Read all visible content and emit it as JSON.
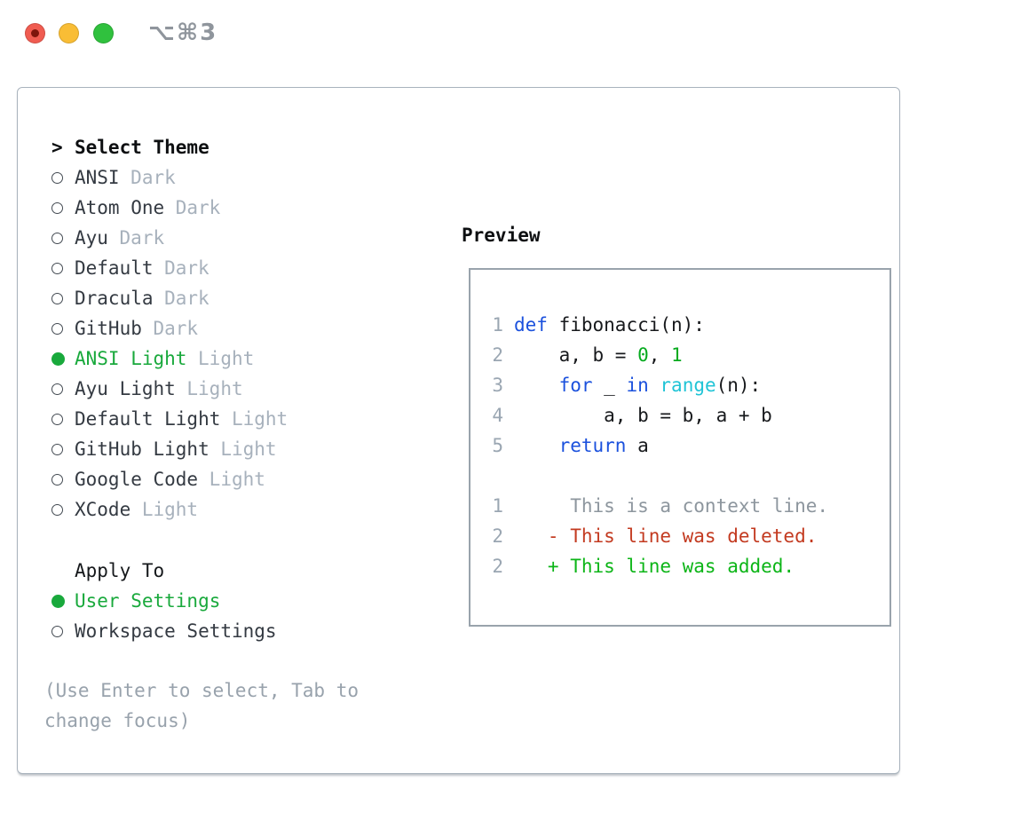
{
  "window": {
    "shortcut": "⌥⌘3",
    "traffic_lights": {
      "close": "close",
      "minimize": "minimize",
      "zoom": "zoom"
    }
  },
  "theme_selector": {
    "prompt": ">",
    "title": "Select Theme",
    "items": [
      {
        "name": "ANSI",
        "variant": "Dark",
        "selected": false
      },
      {
        "name": "Atom One",
        "variant": "Dark",
        "selected": false
      },
      {
        "name": "Ayu",
        "variant": "Dark",
        "selected": false
      },
      {
        "name": "Default",
        "variant": "Dark",
        "selected": false
      },
      {
        "name": "Dracula",
        "variant": "Dark",
        "selected": false
      },
      {
        "name": "GitHub",
        "variant": "Dark",
        "selected": false
      },
      {
        "name": "ANSI Light",
        "variant": "Light",
        "selected": true
      },
      {
        "name": "Ayu Light",
        "variant": "Light",
        "selected": false
      },
      {
        "name": "Default Light",
        "variant": "Light",
        "selected": false
      },
      {
        "name": "GitHub Light",
        "variant": "Light",
        "selected": false
      },
      {
        "name": "Google Code",
        "variant": "Light",
        "selected": false
      },
      {
        "name": "XCode",
        "variant": "Light",
        "selected": false
      }
    ]
  },
  "apply_to": {
    "title": "Apply To",
    "options": [
      {
        "label": "User Settings",
        "selected": true
      },
      {
        "label": "Workspace Settings",
        "selected": false
      }
    ]
  },
  "hint": {
    "line1": "(Use Enter to select, Tab to",
    "line2": "change focus)"
  },
  "preview": {
    "title": "Preview",
    "lines": [
      {
        "num": "1",
        "tokens": [
          [
            "def",
            "kw"
          ],
          [
            " fibonacci(n):",
            "plain"
          ]
        ]
      },
      {
        "num": "2",
        "tokens": [
          [
            "    a, b = ",
            "plain"
          ],
          [
            "0",
            "num"
          ],
          [
            ", ",
            "plain"
          ],
          [
            "1",
            "num"
          ]
        ]
      },
      {
        "num": "3",
        "tokens": [
          [
            "    ",
            "plain"
          ],
          [
            "for",
            "kw"
          ],
          [
            " _ ",
            "plain"
          ],
          [
            "in",
            "kw"
          ],
          [
            " ",
            "plain"
          ],
          [
            "range",
            "builtin"
          ],
          [
            "(n):",
            "plain"
          ]
        ]
      },
      {
        "num": "4",
        "tokens": [
          [
            "        a, b = b, a + b",
            "plain"
          ]
        ]
      },
      {
        "num": "5",
        "tokens": [
          [
            "    ",
            "plain"
          ],
          [
            "return",
            "kw"
          ],
          [
            " a",
            "plain"
          ]
        ]
      },
      {
        "num": "",
        "tokens": []
      },
      {
        "num": "1",
        "tokens": [
          [
            "     This is a context line.",
            "context"
          ]
        ]
      },
      {
        "num": "2",
        "tokens": [
          [
            "   - This line was deleted.",
            "deleted"
          ]
        ]
      },
      {
        "num": "2",
        "tokens": [
          [
            "   + This line was added.",
            "added"
          ]
        ]
      }
    ]
  },
  "colors": {
    "ui_green": "#19a93c",
    "keyword_blue": "#1b51dd",
    "builtin_cyan": "#20c4d6",
    "number_green": "#05aa1e",
    "context_gray": "#8d969e",
    "deleted_red": "#c33a20",
    "added_green": "#0cb517",
    "traffic_red": "#f05c51",
    "traffic_red_dot": "#7e150c",
    "traffic_yellow": "#f9bd35",
    "traffic_green": "#30c13e"
  }
}
